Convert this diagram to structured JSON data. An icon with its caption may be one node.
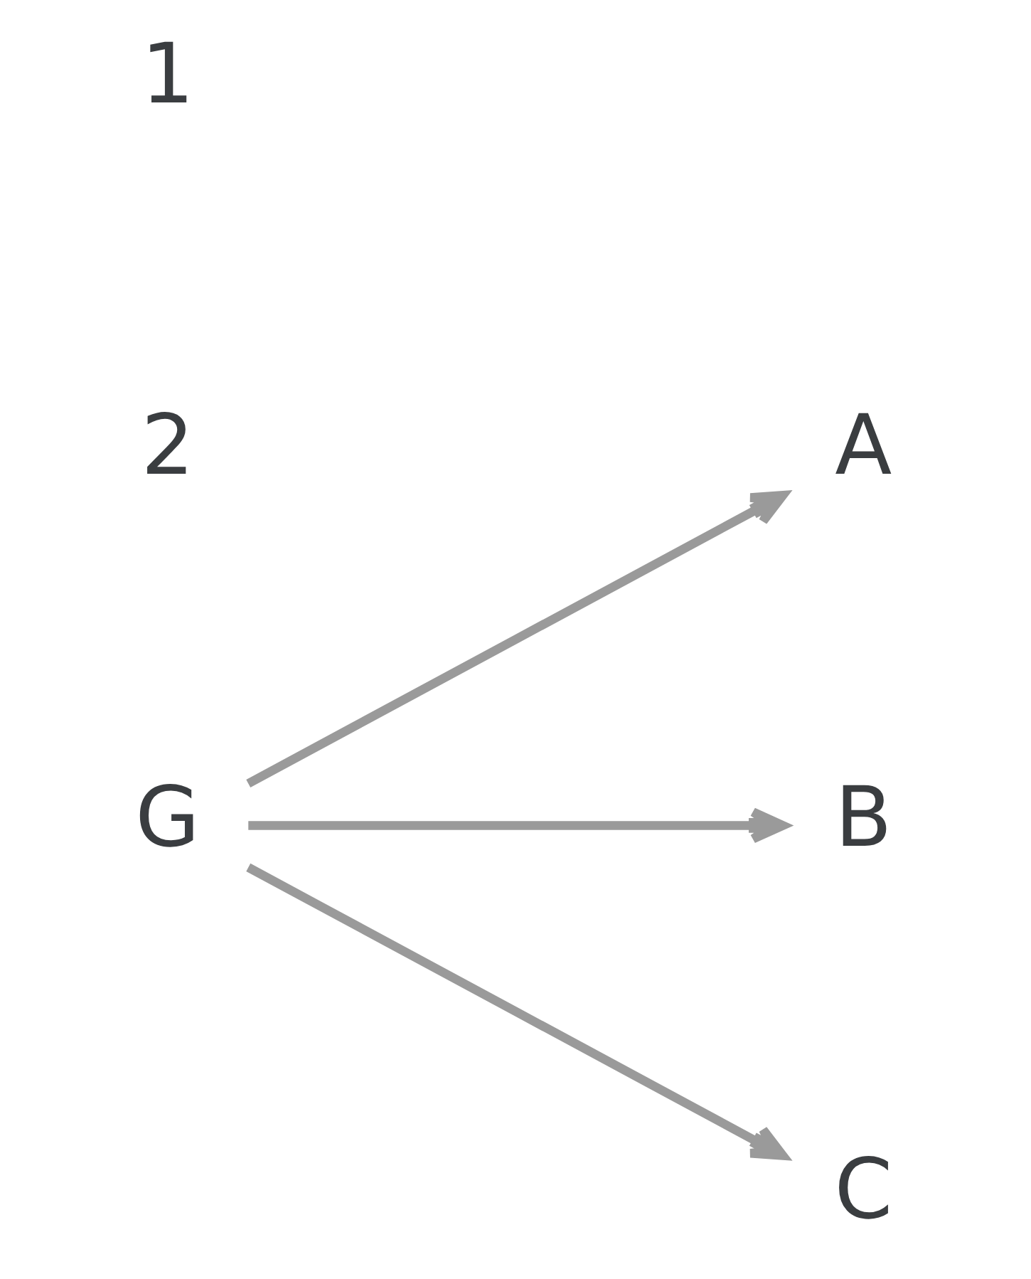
{
  "diagram": {
    "nodes": [
      {
        "text": [
          "G"
        ]
      },
      {
        "text": [
          "A"
        ]
      },
      {
        "text": [
          "B"
        ]
      },
      {
        "text": [
          "C"
        ]
      }
    ],
    "edges": [
      {
        "from": 0,
        "to": 1,
        "arrow": "to"
      },
      {
        "from": 0,
        "to": 2,
        "arrow": "to"
      },
      {
        "from": 0,
        "to": 3,
        "arrow": "to"
      }
    ],
    "labels": [
      "2",
      "1"
    ]
  }
}
